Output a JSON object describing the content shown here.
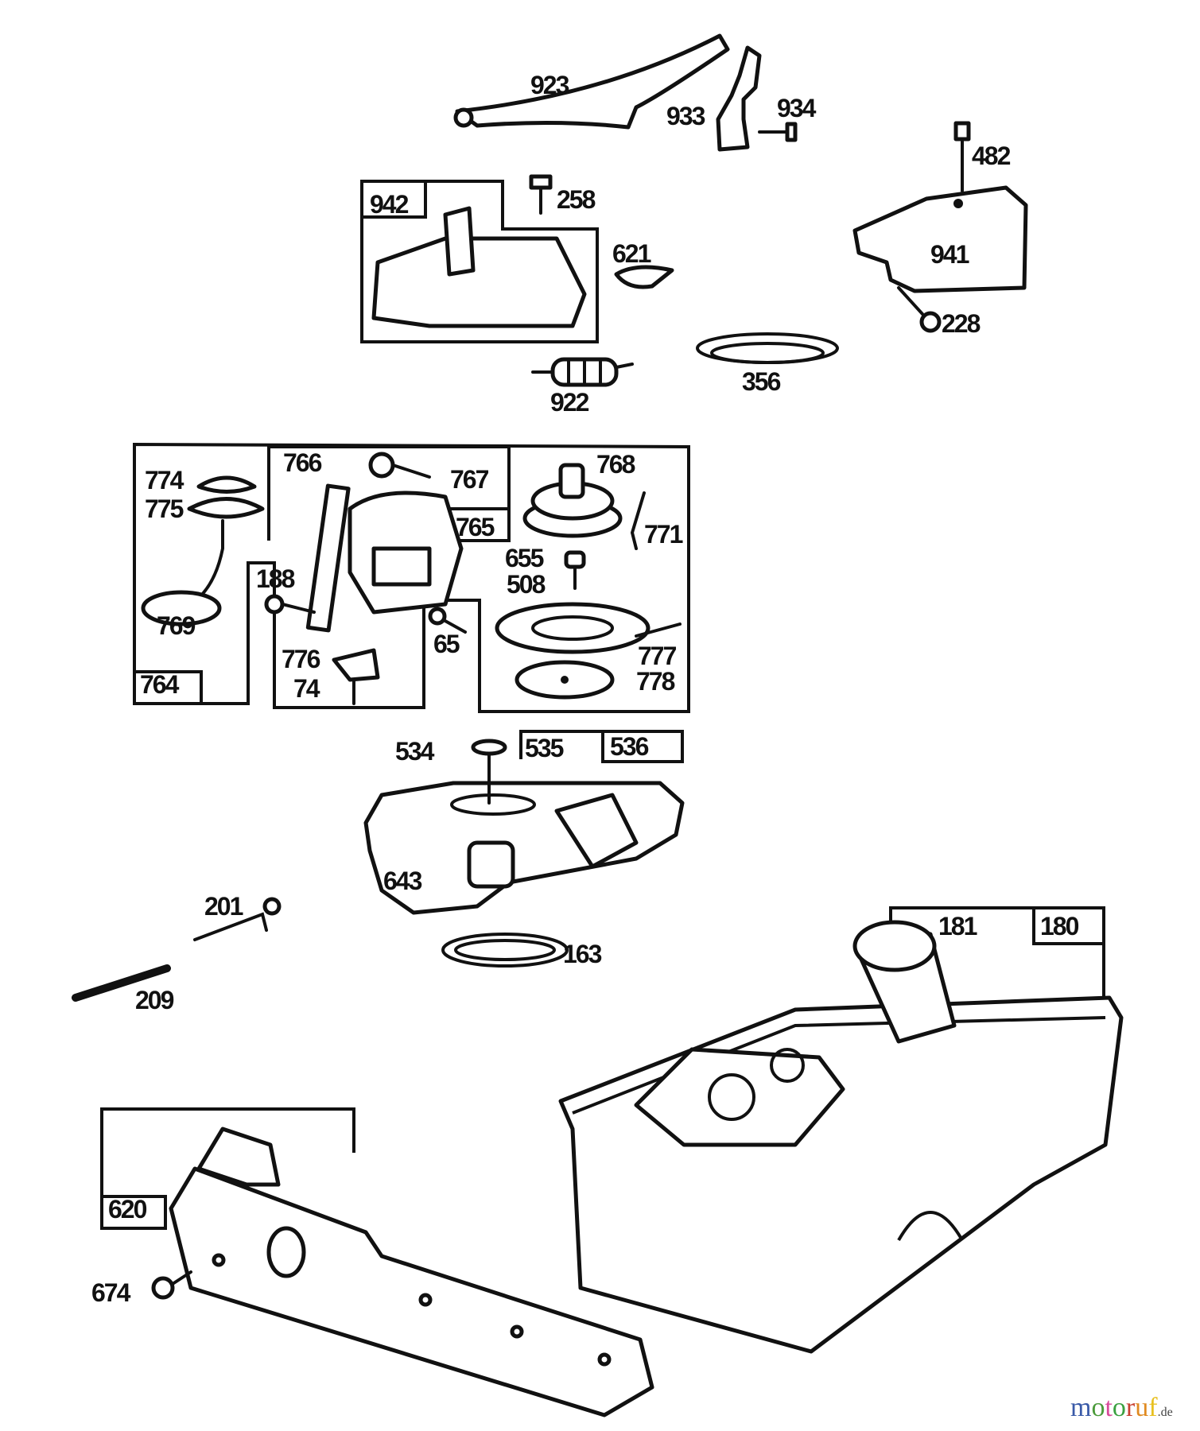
{
  "labels": {
    "p923": "923",
    "p933": "933",
    "p934": "934",
    "p482": "482",
    "p942": "942",
    "p258": "258",
    "p621": "621",
    "p941": "941",
    "p228": "228",
    "p922": "922",
    "p356": "356",
    "p766": "766",
    "p767": "767",
    "p768": "768",
    "p774": "774",
    "p775": "775",
    "p765": "765",
    "p771": "771",
    "p655": "655",
    "p508": "508",
    "p188": "188",
    "p769": "769",
    "p65": "65",
    "p776": "776",
    "p777": "777",
    "p74": "74",
    "p778": "778",
    "p764": "764",
    "p534": "534",
    "p535": "535",
    "p536": "536",
    "p643": "643",
    "p201": "201",
    "p163": "163",
    "p181": "181",
    "p180": "180",
    "p209": "209",
    "p620": "620",
    "p674": "674"
  },
  "watermark": {
    "text": "motoruf",
    "suffix": ".de",
    "colors": [
      "#3a5aa8",
      "#4a9a3a",
      "#d84a9a",
      "#3aa040",
      "#c84030",
      "#e08a20",
      "#e8c020"
    ]
  }
}
